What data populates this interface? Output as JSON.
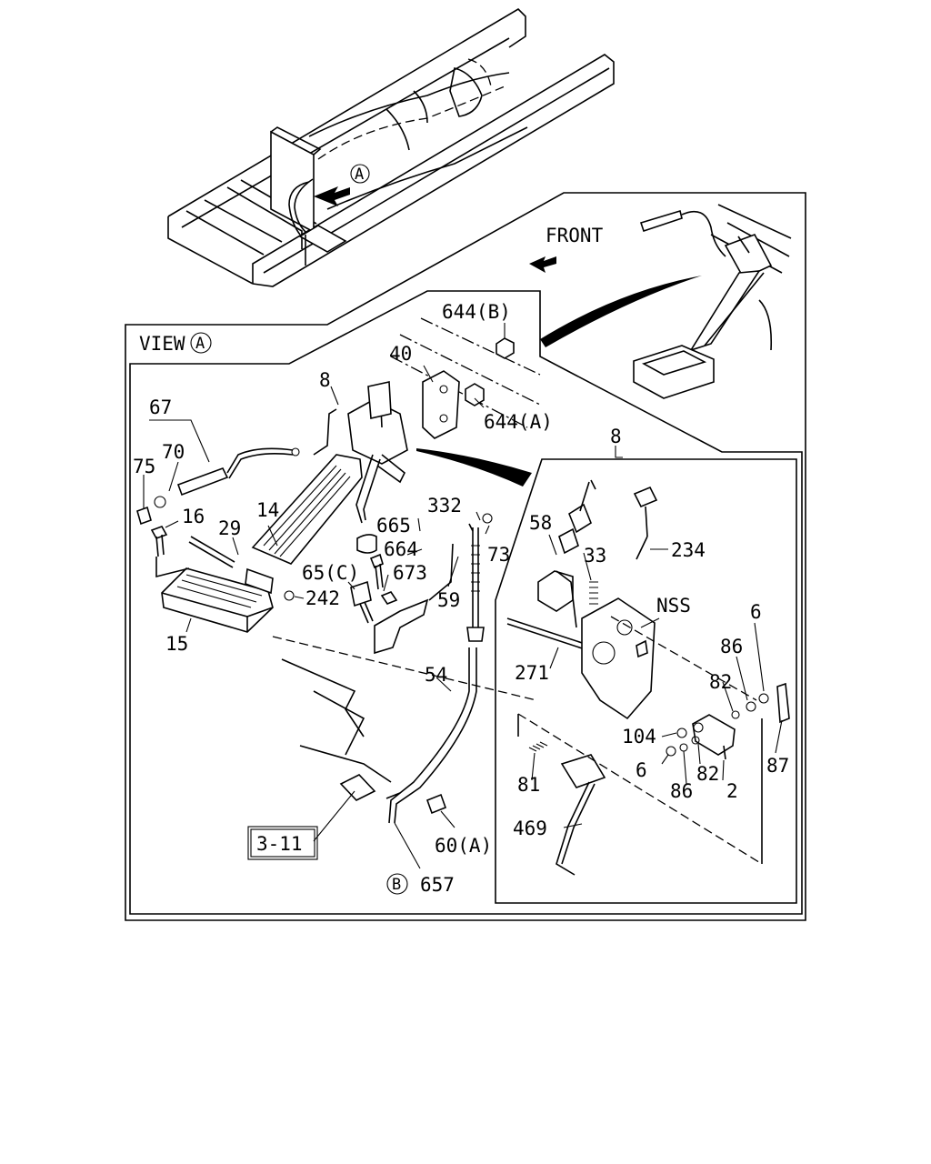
{
  "diagram": {
    "view_label": "VIEW",
    "view_marker": "A",
    "front_label": "FRONT",
    "ref_box": "3-11",
    "marker_b": "B",
    "callouts": {
      "c644b": "644(B)",
      "c644a": "644(A)",
      "c40": "40",
      "c8a": "8",
      "c8b": "8",
      "c67": "67",
      "c70": "70",
      "c75": "75",
      "c16": "16",
      "c29": "29",
      "c14": "14",
      "c665": "665",
      "c332": "332",
      "c664": "664",
      "c73": "73",
      "c65c": "65(C)",
      "c673": "673",
      "c59": "59",
      "c242": "242",
      "c15": "15",
      "c54": "54",
      "c60a": "60(A)",
      "c657": "657",
      "c58": "58",
      "c33": "33",
      "c234": "234",
      "cnss": "NSS",
      "c6a": "6",
      "c86a": "86",
      "c82a": "82",
      "c271": "271",
      "c104": "104",
      "c6b": "6",
      "c82b": "82",
      "c86b": "86",
      "c2": "2",
      "c87": "87",
      "c81": "81",
      "c469": "469"
    }
  }
}
